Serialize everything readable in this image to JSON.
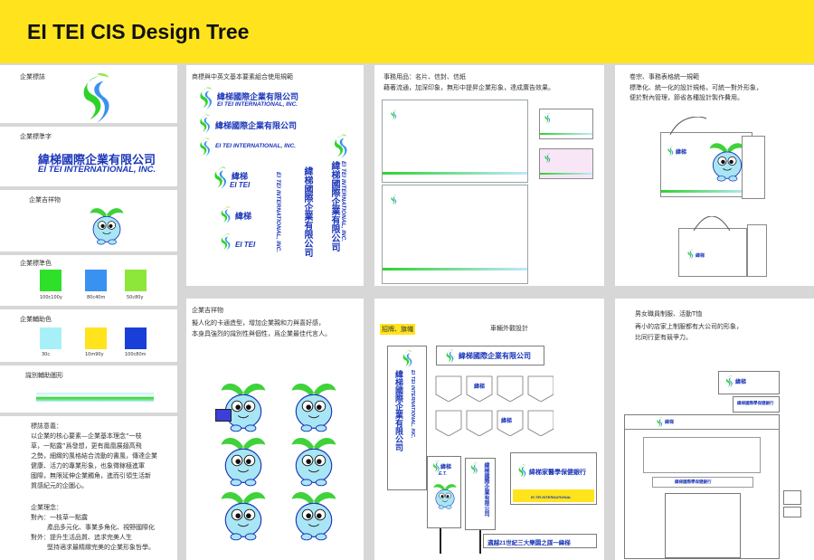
{
  "header": {
    "title": "EI TEI CIS Design Tree"
  },
  "left": {
    "logo_label": "企業標誌",
    "wordmark_label": "企業標準字",
    "company_cn": "緯梯國際企業有限公司",
    "company_en": "EI TEI INTERNATIONAL, INC.",
    "mascot_label": "企業吉祥物",
    "standard_colors_label": "企業標準色",
    "standard_colors": [
      {
        "hex": "#2ee02a",
        "code": "100c100y"
      },
      {
        "hex": "#3a92f0",
        "code": "80c40m"
      },
      {
        "hex": "#8de63a",
        "code": "50c80y"
      }
    ],
    "aux_colors_label": "企業輔助色",
    "aux_colors": [
      {
        "hex": "#a8f0f8",
        "code": "30c"
      },
      {
        "hex": "#ffe41d",
        "code": "10m90y"
      },
      {
        "hex": "#1a3fd8",
        "code": "100c80m"
      }
    ],
    "aux_shape_label": "識別輔助圖形",
    "meaning_title": "標誌意義：",
    "meaning_lines": [
      "以企業的核心要素—企業基本理念“一枝",
      "草，一點露”爲發想，更有鳳凰展翅高飛",
      "之勢，細緻的風格結合流動的書風，傳達企業",
      "健康、活力的專業形象，也象徵稼極進軍",
      "國際，無限延伸企業觸角，進而引領生活新",
      "質感紀元的企圖心。"
    ],
    "philosophy_title": "企業理念：",
    "philosophy_lines": [
      "對內：一枝草一點露",
      "產品多元化、事業多角化、視野國際化",
      "對外：提升生活品質、追求完美人生",
      "堅持適求最精緻完美的企業形象哲學。"
    ]
  },
  "combo": {
    "label": "商標與中英文基本要素組合使用規範",
    "short_cn": "緯梯",
    "short_en": "EI TEI"
  },
  "stationery": {
    "label": "事務用品：名片、信封、信紙",
    "desc": "藉著流通，加深印象，無形中提昇企業形象，達成廣告效果。"
  },
  "forms": {
    "label": "卷宗、事務表格統一規範",
    "desc1": "標準化、統一化的設計規格，可統一對外形象，",
    "desc2": "便於對內管理，節省各種設計製作費用。"
  },
  "mascot_app": {
    "label": "企業吉祥物",
    "desc1": "擬人化的卡通造型，增加企業親和力與喜好感，",
    "desc2": "本身具強烈的識別性與個性，爲企業最佳代言人。"
  },
  "signs": {
    "flag_label": "招牌、旗幟",
    "vehicle_label": "車輛外觀設計",
    "short_en2": "E.T.",
    "slogan": "邁越21世紀三大樂園之謀一緯梯",
    "bank_sign": "緯梯家醫學保健銀行",
    "bank_en": "EI TEI INTERNATIONAL"
  },
  "uniform": {
    "label": "男女職員制服、活動T恤",
    "desc1": "再小的店家上制服都有大公司的形象，",
    "desc2": "比同行更有競爭力。",
    "shop_sign": "緯梯國際學保健銀行"
  }
}
